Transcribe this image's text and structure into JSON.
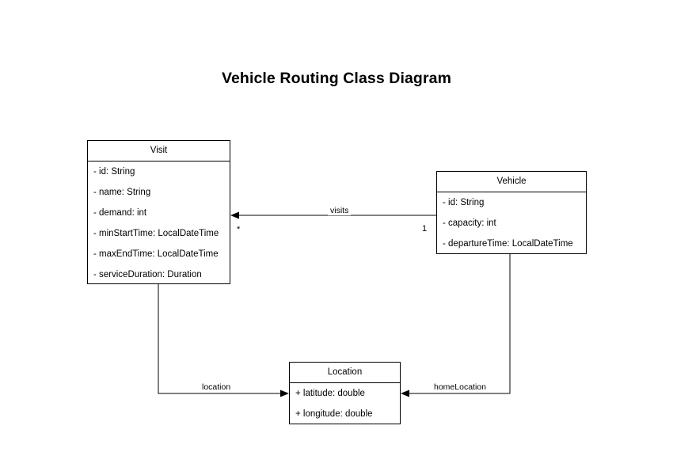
{
  "diagram": {
    "title": "Vehicle Routing Class Diagram",
    "type": "uml-class-diagram",
    "background_color": "#ffffff",
    "line_color": "#000000",
    "text_color": "#000000"
  },
  "classes": [
    {
      "name": "Visit",
      "attributes": [
        "- id: String",
        "- name: String",
        "- demand: int",
        "- minStartTime: LocalDateTime",
        "- maxEndTime: LocalDateTime",
        "- serviceDuration: Duration"
      ]
    },
    {
      "name": "Vehicle",
      "attributes": [
        "- id: String",
        "- capacity: int",
        "- departureTime: LocalDateTime"
      ]
    },
    {
      "name": "Location",
      "attributes": [
        "+ latitude: double",
        "+ longitude: double"
      ]
    }
  ],
  "relationships": [
    {
      "label": "visits",
      "source": "Vehicle",
      "target": "Visit",
      "source_multiplicity": "1",
      "target_multiplicity": "*"
    },
    {
      "label": "location",
      "source": "Visit",
      "target": "Location",
      "source_multiplicity": "",
      "target_multiplicity": ""
    },
    {
      "label": "homeLocation",
      "source": "Vehicle",
      "target": "Location",
      "source_multiplicity": "",
      "target_multiplicity": ""
    }
  ]
}
